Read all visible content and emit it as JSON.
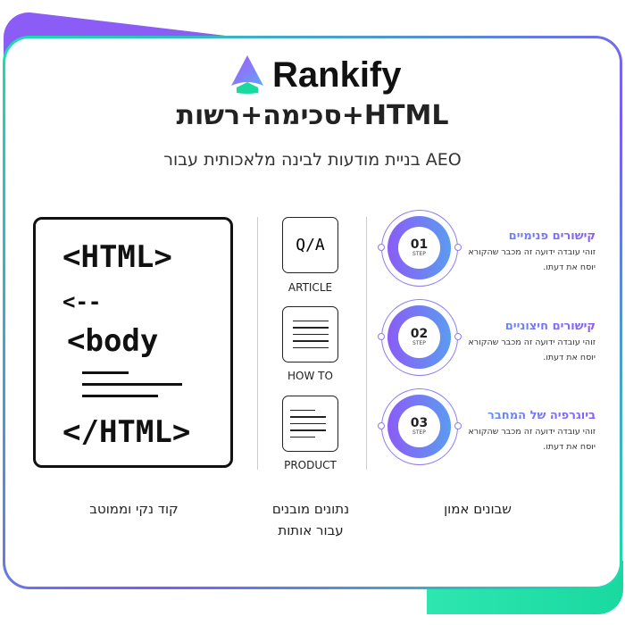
{
  "brand": {
    "name": "Rankify",
    "colors": {
      "purple": "#8b5cf6",
      "green": "#19e0a8",
      "blue": "#5b9cf0"
    }
  },
  "title": "סכימה+רשות+HTML",
  "subtitle": "בניית מודעות לבינה מלאכותית עבור AEO",
  "code": {
    "line1": "<HTML>",
    "line2": "<--",
    "line3": "<body",
    "line4": "</HTML>"
  },
  "schema_types": [
    {
      "icon_text": "Q/A",
      "label": "ARTICLE"
    },
    {
      "icon_text": "",
      "label": "HOW TO"
    },
    {
      "icon_text": "",
      "label": "PRODUCT"
    }
  ],
  "steps": [
    {
      "number": "01",
      "step": "STEP",
      "heading": "קישורים פנימיים",
      "desc": "זוהי עובדה ידועה זה מכבר שהקורא יוסח את דעתו."
    },
    {
      "number": "02",
      "step": "STEP",
      "heading": "קישורים חיצוניים",
      "desc": "זוהי עובדה ידועה זה מכבר שהקורא יוסח את דעתו."
    },
    {
      "number": "03",
      "step": "STEP",
      "heading": "ביוגרפיה של המחבר",
      "desc": "זוהי עובדה ידועה זה מכבר שהקורא יוסח את דעתו."
    }
  ],
  "footer": {
    "col1": "קוד נקי וממוטב",
    "col2_line1": "נתונים מובנים",
    "col2_line2": "עבור אותות",
    "col3": "שבונים אמון"
  }
}
